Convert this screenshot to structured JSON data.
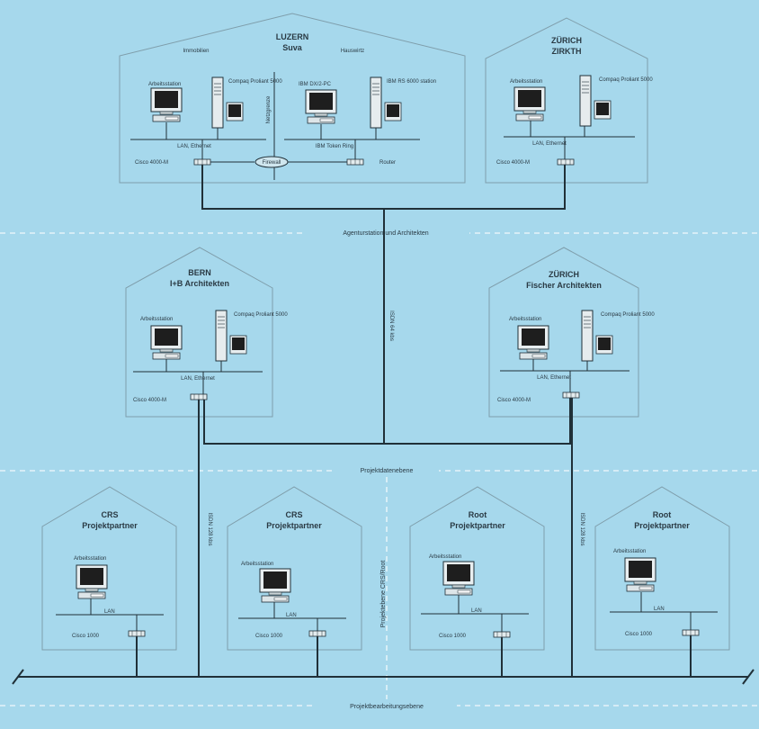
{
  "buildings": {
    "luzern": {
      "title": "LUZERN",
      "subtitle": "Suva",
      "left_section": "Immobilien",
      "right_section": "Hauswirtz",
      "workstation": "Arbeitsstation",
      "server": "Compaq Proliant 5000",
      "pc": "IBM DX/2-PC",
      "rs": "IBM RS 6000 station",
      "firewall_label": "Netzgrenze",
      "lan": "LAN, Ethernet",
      "token_ring": "IBM Token Ring",
      "router_left": "Cisco 4000-M",
      "firewall": "Firewall",
      "router_right": "Router"
    },
    "zurich_top": {
      "title": "ZÜRICH",
      "subtitle": "ZIRKTH",
      "workstation": "Arbeitsstation",
      "server": "Compaq Proliant 5000",
      "lan": "LAN, Ethernet",
      "router": "Cisco 4000-M"
    },
    "bern": {
      "title": "BERN",
      "subtitle": "I+B Architekten",
      "workstation": "Arbeitsstation",
      "server": "Compaq Proliant 5000",
      "lan": "LAN, Ethernet",
      "router": "Cisco 4000-M"
    },
    "zurich_mid": {
      "title": "ZÜRICH",
      "subtitle": "Fischer Architekten",
      "workstation": "Arbeitsstation",
      "server": "Compaq Proliant 5000",
      "lan": "LAN, Ethernet",
      "router": "Cisco 4000-M"
    },
    "partners": [
      {
        "title": "CRS",
        "subtitle": "Projektpartner",
        "workstation": "Arbeitsstation",
        "lan": "LAN",
        "router": "Cisco 1000"
      },
      {
        "title": "CRS",
        "subtitle": "Projektpartner",
        "workstation": "Arbeitsstation",
        "lan": "LAN",
        "router": "Cisco 1000"
      },
      {
        "title": "Root",
        "subtitle": "Projektpartner",
        "workstation": "Arbeitsstation",
        "lan": "LAN",
        "router": "Cisco 1000"
      },
      {
        "title": "Root",
        "subtitle": "Projektpartner",
        "workstation": "Arbeitsstation",
        "lan": "LAN",
        "router": "Cisco 1000"
      }
    ]
  },
  "levels": {
    "top": "Agenturstation und Architekten",
    "middle": "Projektdatenebene",
    "bottom": "Projektbearbeitungsebene",
    "vertical": "Projektebene CRS/Root"
  },
  "links": {
    "isdn_vertical": "ISDN 64 kbs",
    "isdn_left": "ISDN 128 kbs",
    "isdn_right": "ISDN 128 kbs"
  }
}
